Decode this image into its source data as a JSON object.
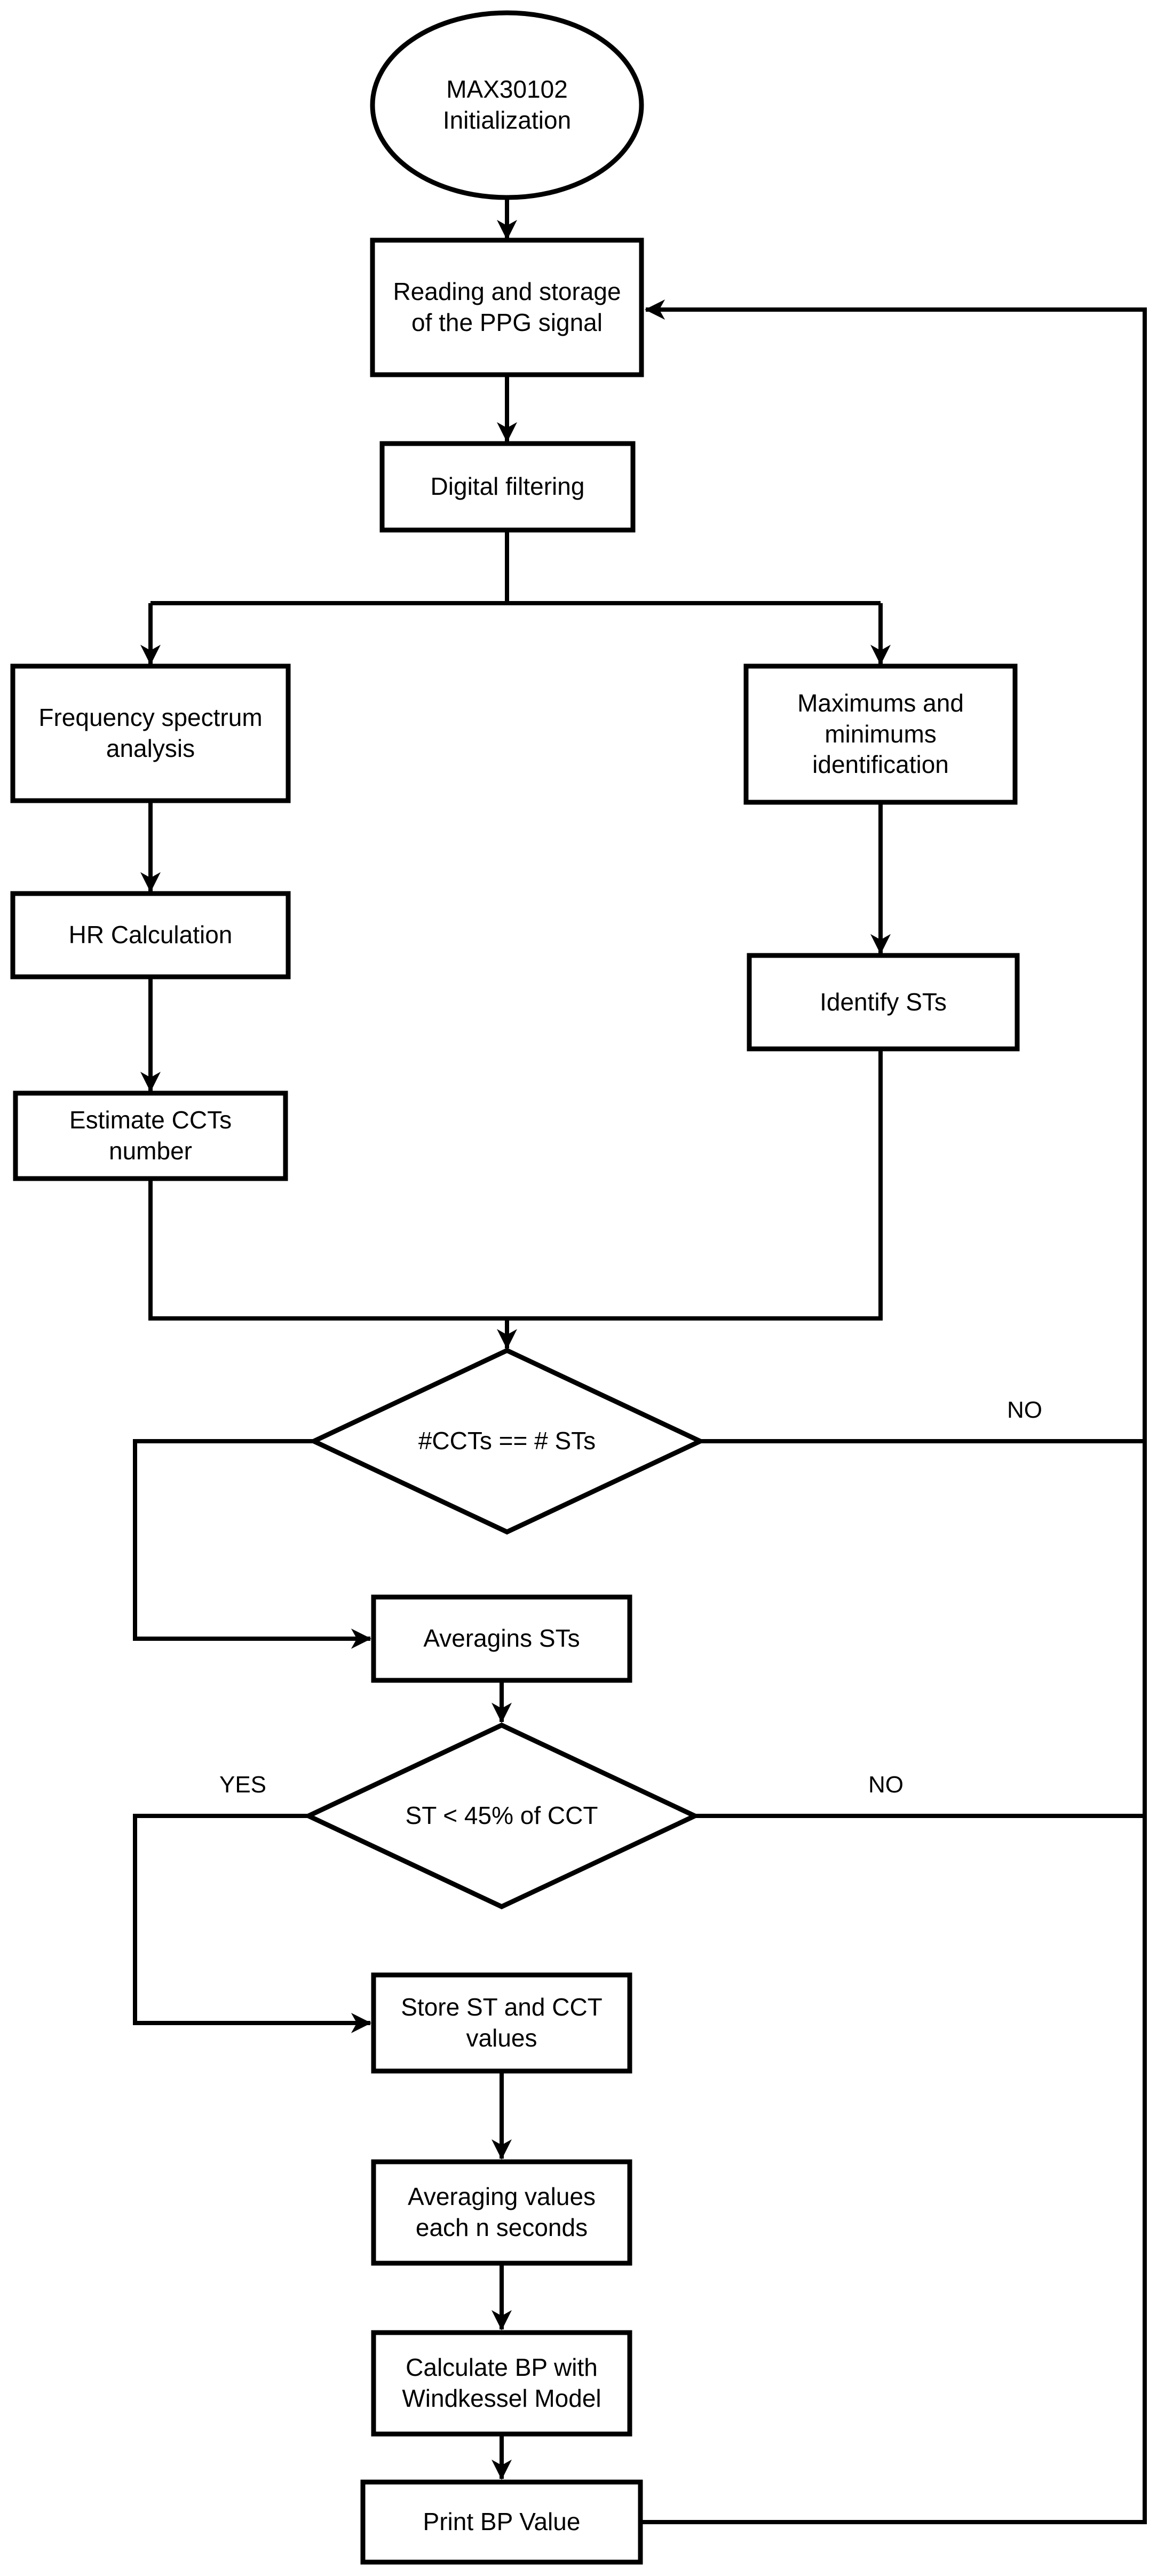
{
  "flowchart": {
    "colors": {
      "stroke": "#000000",
      "fill": "#ffffff",
      "text": "#000000"
    },
    "nodes": [
      {
        "id": "start",
        "type": "terminator",
        "label": "MAX30102\nInitialization"
      },
      {
        "id": "read-store",
        "type": "process",
        "label": "Reading and storage\nof the PPG signal"
      },
      {
        "id": "digital-filter",
        "type": "process",
        "label": "Digital filtering"
      },
      {
        "id": "freq-spectrum",
        "type": "process",
        "label": "Frequency spectrum\nanalysis"
      },
      {
        "id": "max-min",
        "type": "process",
        "label": "Maximums and\nminimums\nidentification"
      },
      {
        "id": "hr-calc",
        "type": "process",
        "label": "HR Calculation"
      },
      {
        "id": "identify-sts",
        "type": "process",
        "label": "Identify STs"
      },
      {
        "id": "estimate-ccts",
        "type": "process",
        "label": "Estimate CCTs\nnumber"
      },
      {
        "id": "ccts-eq-sts",
        "type": "decision",
        "label": "#CCTs == # STs"
      },
      {
        "id": "averagins-sts",
        "type": "process",
        "label": "Averagins STs"
      },
      {
        "id": "st-lt-45",
        "type": "decision",
        "label": "ST < 45% of CCT"
      },
      {
        "id": "store-values",
        "type": "process",
        "label": "Store ST and CCT\nvalues"
      },
      {
        "id": "averaging-n",
        "type": "process",
        "label": "Averaging values\neach n seconds"
      },
      {
        "id": "calc-bp",
        "type": "process",
        "label": "Calculate BP with\nWindkessel Model"
      },
      {
        "id": "print-bp",
        "type": "process",
        "label": "Print BP Value"
      }
    ],
    "edge_labels": [
      {
        "id": "no-ccts-sts",
        "text": "NO"
      },
      {
        "id": "yes-st-45",
        "text": "YES"
      },
      {
        "id": "no-st-45",
        "text": "NO"
      }
    ]
  }
}
